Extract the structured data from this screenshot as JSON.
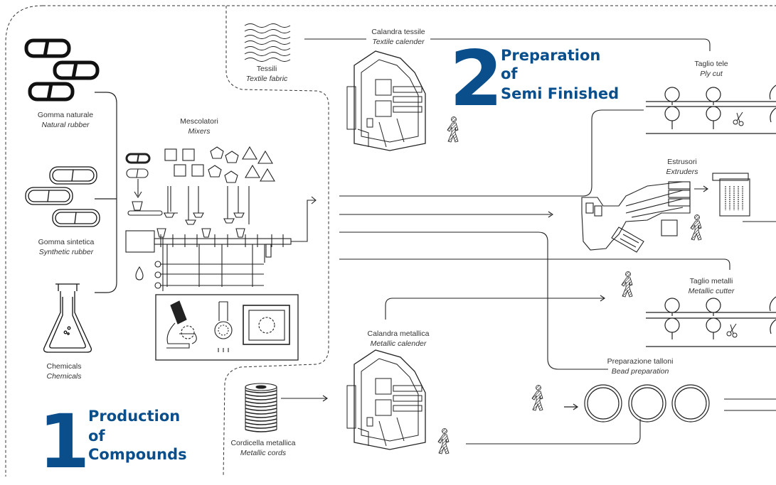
{
  "sections": {
    "s1": {
      "number": "1",
      "line1": "Production",
      "line2": "of",
      "line3": "Compounds"
    },
    "s2": {
      "number": "2",
      "line1": "Preparation",
      "line2": "of",
      "line3": "Semi Finished"
    }
  },
  "labels": {
    "natural_rubber": {
      "it": "Gomma naturale",
      "en": "Natural rubber"
    },
    "synthetic_rubber": {
      "it": "Gomma sintetica",
      "en": "Synthetic rubber"
    },
    "chemicals": {
      "it": "Chemicals",
      "en": "Chemicals"
    },
    "mixers": {
      "it": "Mescolatori",
      "en": "Mixers"
    },
    "textile_fabric": {
      "it": "Tessili",
      "en": "Textile fabric"
    },
    "textile_calender": {
      "it": "Calandra tessile",
      "en": "Textile calender"
    },
    "ply_cut": {
      "it": "Taglio tele",
      "en": "Ply cut"
    },
    "extruders": {
      "it": "Estrusori",
      "en": "Extruders"
    },
    "metallic_cutter": {
      "it": "Taglio metalli",
      "en": "Metallic cutter"
    },
    "metallic_calender": {
      "it": "Calandra metallica",
      "en": "Metallic calender"
    },
    "bead_preparation": {
      "it": "Preparazione talloni",
      "en": "Bead preparation"
    },
    "metallic_cords": {
      "it": "Cordicella metallica",
      "en": "Metallic cords"
    }
  },
  "colors": {
    "accent": "#0a4f8c",
    "line": "#222222"
  }
}
